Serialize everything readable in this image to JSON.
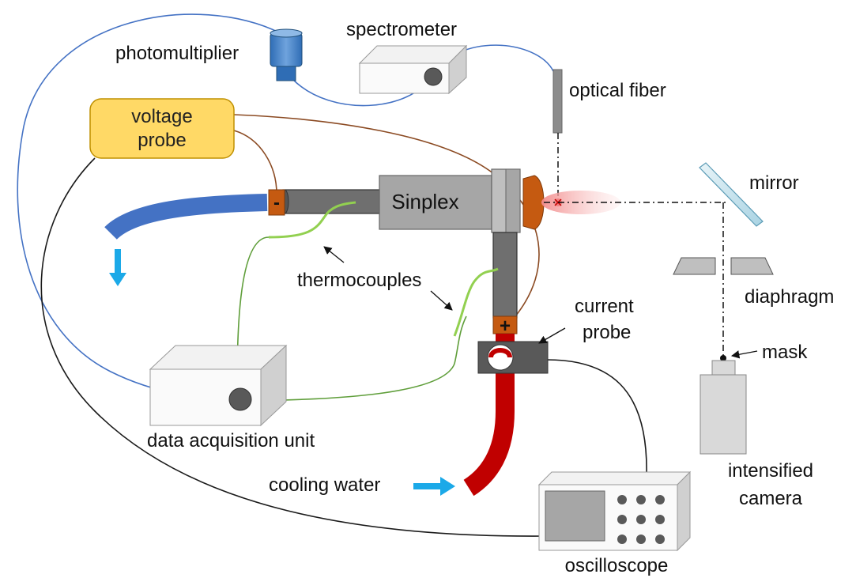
{
  "labels": {
    "photomultiplier": "photomultiplier",
    "spectrometer": "spectrometer",
    "optical_fiber": "optical fiber",
    "voltage_probe_line1": "voltage",
    "voltage_probe_line2": "probe",
    "sinplex": "Sinplex",
    "mirror": "mirror",
    "thermocouples": "thermocouples",
    "diaphragm": "diaphragm",
    "current_probe_line1": "current",
    "current_probe_line2": "probe",
    "mask": "mask",
    "data_acquisition_unit": "data acquisition unit",
    "cooling_water": "cooling water",
    "intensified_camera_line1": "intensified",
    "intensified_camera_line2": "camera",
    "oscilloscope": "oscilloscope",
    "minus_sign": "-",
    "plus_sign": "+"
  },
  "colors": {
    "blue_cable": "#4472c4",
    "brown_wire": "#8b4a22",
    "green_wire": "#5f9e3a",
    "thermocouple_tip": "#92d050",
    "black_cable": "#1a1a1a",
    "water_arrow": "#1ba9e8",
    "cold_hose": "#4472c4",
    "hot_hose": "#c00000",
    "electrode": "#c55a11",
    "plasma": "#f4b6b6",
    "probe_box": "#ffd966",
    "box_gray": "#dcdcdc",
    "dark_gray": "#6f6f6f"
  }
}
